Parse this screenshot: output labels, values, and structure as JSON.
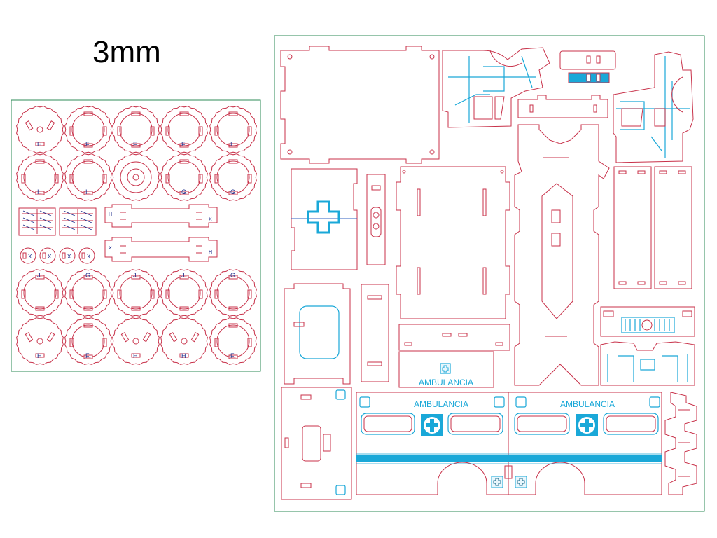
{
  "thickness_label": "3mm",
  "colors": {
    "cut_line": "#c8324a",
    "engrave_line": "#1aa8d8",
    "sheet_frame": "#2e8b57",
    "part_letters": "#1a2a8a"
  },
  "small_sheet": {
    "wheel_rows": [
      [
        "H",
        "F",
        "F",
        "F",
        "I"
      ],
      [
        "I",
        "I",
        "",
        "G",
        "G"
      ],
      [
        "J",
        "G",
        "J",
        "J",
        "G"
      ],
      [
        "H",
        "F",
        "H",
        "H",
        "F"
      ]
    ],
    "hub_label": "X",
    "beam_labels": [
      "H",
      "X",
      "X",
      "H"
    ]
  },
  "large_sheet": {
    "ambulance_label": "AMBULANCIA",
    "side_text_left": "AMBULANCIA",
    "side_text_right": "AMBULANCIA"
  }
}
